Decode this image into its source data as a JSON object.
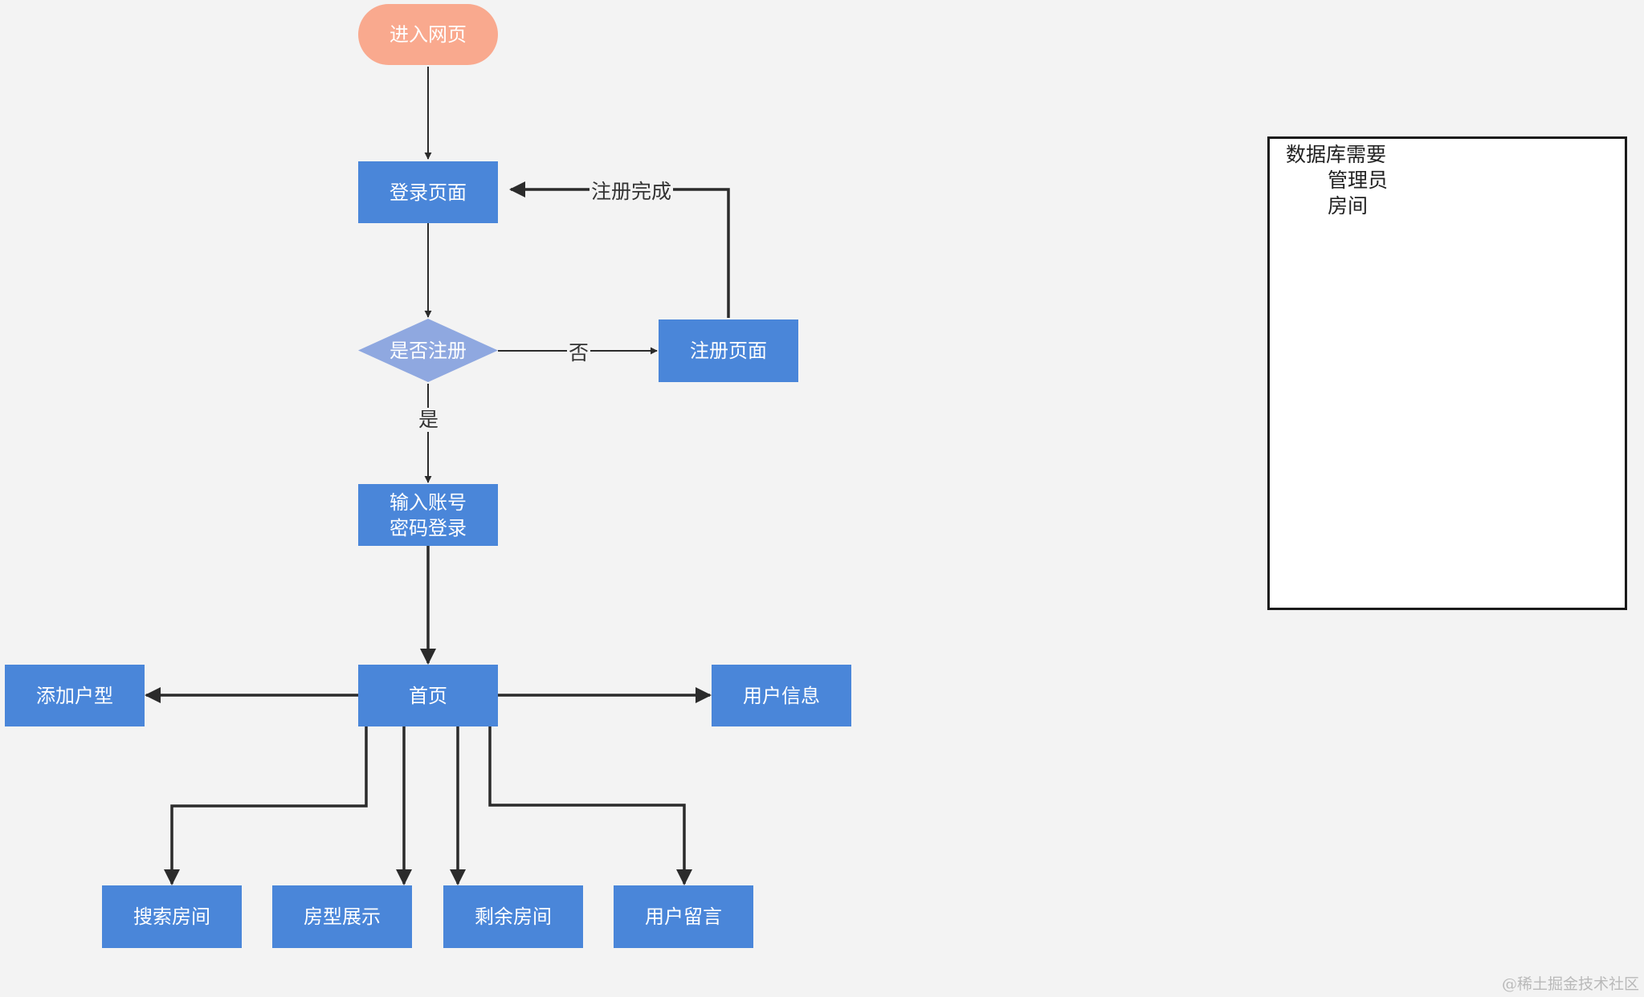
{
  "nodes": {
    "enter_page": "进入网页",
    "login_page": "登录页面",
    "is_registered": "是否注册",
    "register_page": "注册页面",
    "enter_credentials": "输入账号\n密码登录",
    "home": "首页",
    "add_room_type": "添加户型",
    "user_info": "用户信息",
    "search_rooms": "搜索房间",
    "room_type_display": "房型展示",
    "remaining_rooms": "剩余房间",
    "user_messages": "用户留言"
  },
  "edge_labels": {
    "registration_done": "注册完成",
    "no": "否",
    "yes": "是"
  },
  "notes": {
    "title": "数据库需要",
    "items": [
      "管理员",
      "房间"
    ]
  },
  "watermark": "@稀土掘金技术社区",
  "colors": {
    "process": "#4a86d9",
    "start": "#f9a98e",
    "decision": "#8fa8e0",
    "edge": "#2b2b2b"
  }
}
